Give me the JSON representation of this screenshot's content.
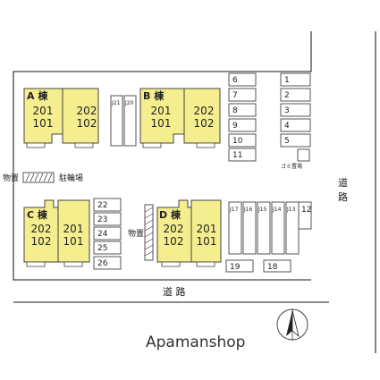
{
  "buildings": {
    "A": {
      "label": "A 棟",
      "units_top": [
        "201",
        "202"
      ],
      "units_bottom": [
        "101",
        "102"
      ]
    },
    "B": {
      "label": "B 棟",
      "units_top": [
        "201",
        "202"
      ],
      "units_bottom": [
        "101",
        "102"
      ]
    },
    "C": {
      "label": "C 棟",
      "units_top": [
        "202",
        "201"
      ],
      "units_bottom": [
        "102",
        "101"
      ]
    },
    "D": {
      "label": "D 棟",
      "units_top": [
        "202",
        "201"
      ],
      "units_bottom": [
        "102",
        "101"
      ]
    }
  },
  "parking": {
    "col_1_5": [
      "1",
      "2",
      "3",
      "4",
      "5"
    ],
    "col_6_11": [
      "6",
      "7",
      "8",
      "9",
      "10",
      "11"
    ],
    "col_22_26": [
      "22",
      "23",
      "24",
      "25",
      "26"
    ],
    "vertical_j20_j21": [
      "J21",
      "J20"
    ],
    "vertical_j12_j17": [
      "J17",
      "J16",
      "J15",
      "J14",
      "J13"
    ],
    "slot_12": "12",
    "bottom_row": [
      "19",
      "18"
    ]
  },
  "labels": {
    "storage_left": "物置",
    "storage_right": "物置",
    "bicycle_parking": "駐輪場",
    "garbage": "ゴミ置場",
    "road_bottom": "道 路",
    "road_right_1": "道",
    "road_right_2": "路",
    "brand": "Apamanshop"
  },
  "colors": {
    "building": "#f4ee8e",
    "outline": "#444444"
  },
  "icons": {
    "north": "north-arrow-icon"
  }
}
